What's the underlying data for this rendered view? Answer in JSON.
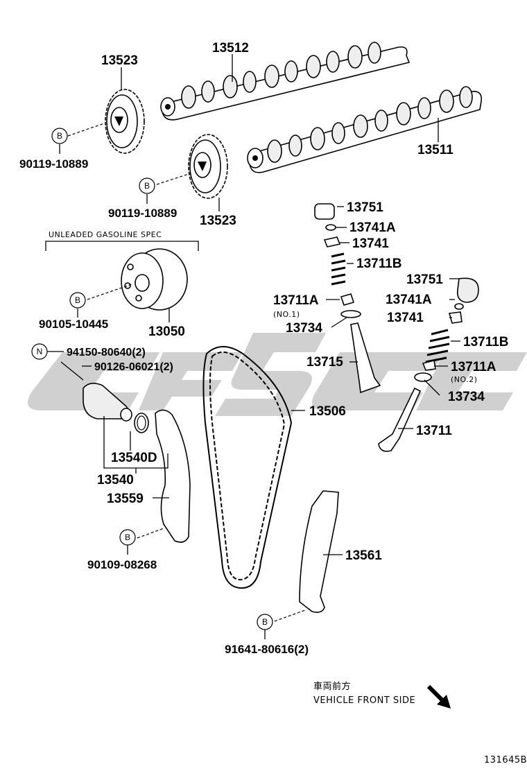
{
  "watermark": "CFCC",
  "labels": {
    "p13523_top": "13523",
    "p13512": "13512",
    "p13511": "13511",
    "p13523_mid": "13523",
    "b_9011910889_a": "90119-10889",
    "b_9011910889_b": "90119-10889",
    "spec_note": "UNLEADED GASOLINE SPEC",
    "b_9010510445": "90105-10445",
    "p13050": "13050",
    "p13751_a": "13751",
    "p13741A_a": "13741A",
    "p13741_a": "13741",
    "p13711B_a": "13711B",
    "p13711A_a": "13711A",
    "no1": "(NO.1)",
    "p13734_a": "13734",
    "p13715": "13715",
    "p13751_b": "13751",
    "p13741A_b": "13741A",
    "p13741_b": "13741",
    "p13711B_b": "13711B",
    "p13711A_b": "13711A",
    "no2": "(NO.2)",
    "p13734_b": "13734",
    "p13711": "13711",
    "n_9415080640": "94150-80640(2)",
    "n_9012606021": "90126-06021(2)",
    "p13506": "13506",
    "p13540D": "13540D",
    "p13540": "13540",
    "p13559": "13559",
    "b_9010908268": "90109-08268",
    "p13561": "13561",
    "b_9164180616": "91641-80616(2)",
    "front_jp": "車両前方",
    "front_en": "VEHICLE FRONT SIDE",
    "diagram_id": "131645B"
  },
  "markers": {
    "b": "B",
    "n": "N"
  }
}
